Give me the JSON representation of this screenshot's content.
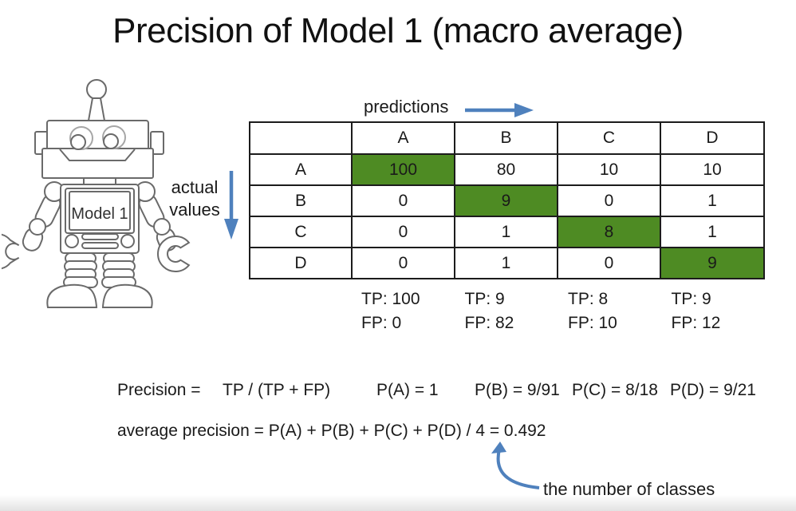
{
  "slide": {
    "title": "Precision of Model 1 (macro average)"
  },
  "robot": {
    "label": "Model 1"
  },
  "annotations": {
    "predictions": "predictions",
    "actual_values": "actual values",
    "number_of_classes": "the number of classes"
  },
  "confusion_matrix": {
    "corner": "",
    "col_headers": [
      "A",
      "B",
      "C",
      "D"
    ],
    "rows": [
      {
        "label": "A",
        "values": [
          100,
          80,
          10,
          10
        ]
      },
      {
        "label": "B",
        "values": [
          0,
          9,
          0,
          1
        ]
      },
      {
        "label": "C",
        "values": [
          0,
          1,
          8,
          1
        ]
      },
      {
        "label": "D",
        "values": [
          0,
          1,
          0,
          9
        ]
      }
    ]
  },
  "column_stats": [
    {
      "tp": "TP: 100",
      "fp": "FP: 0"
    },
    {
      "tp": "TP: 9",
      "fp": "FP: 82"
    },
    {
      "tp": "TP: 8",
      "fp": "FP: 10"
    },
    {
      "tp": "TP: 9",
      "fp": "FP: 12"
    }
  ],
  "formulas": {
    "precision_label": "Precision =",
    "precision_expr": "TP / (TP + FP)",
    "p_a": "P(A) = 1",
    "p_b": "P(B) = 9/91",
    "p_c": "P(C) = 8/18",
    "p_d": "P(D) = 9/21",
    "average": "average precision = P(A) + P(B) + P(C) + P(D) / 4 = 0.492"
  },
  "colors": {
    "highlight_green": "#4e8b23",
    "accent_blue": "#4f81bd"
  }
}
